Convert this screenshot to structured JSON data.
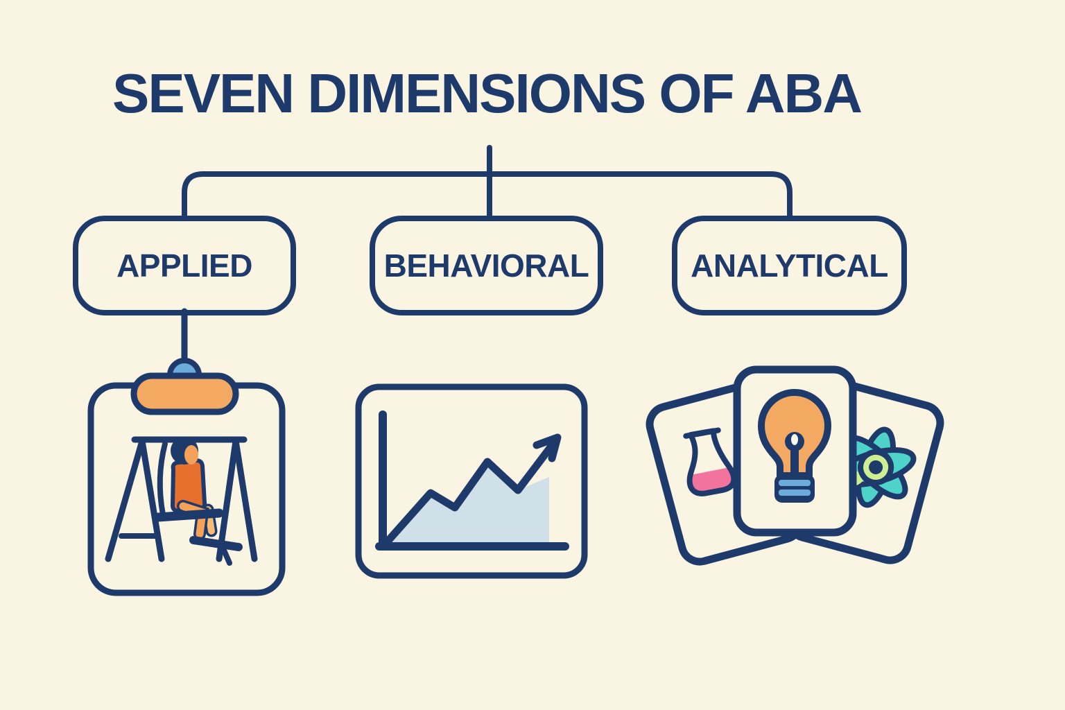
{
  "title": "SEVEN DIMENSIONS OF ABA",
  "nodes": [
    {
      "label": "APPLIED",
      "icon": "child-on-swing-clipboard-icon"
    },
    {
      "label": "BEHAVIORAL",
      "icon": "rising-line-chart-icon"
    },
    {
      "label": "ANALYTICAL",
      "icon": "flashcards-flask-lightbulb-atom-icon"
    }
  ],
  "colors": {
    "background": "#faf4e3",
    "navy": "#1d3a6b",
    "orange": "#f4a963",
    "orange_deep": "#e8702e",
    "skin": "#f4a258",
    "skin_light": "#f6bc74",
    "light_blue": "#6cabdb",
    "chart_fill": "#cfe0e9",
    "pink": "#f2739e",
    "teal": "#4fd2ca",
    "light_green": "#cdef92"
  }
}
